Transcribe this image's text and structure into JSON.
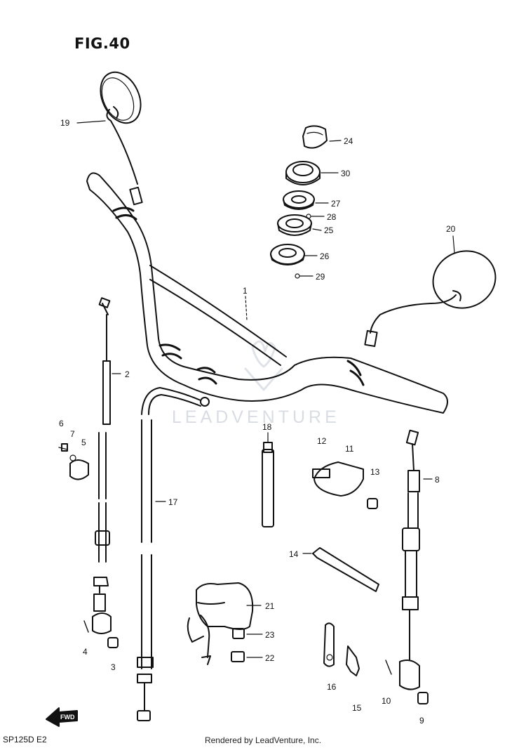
{
  "figure": {
    "title": "FIG.40"
  },
  "watermark": {
    "text": "LEADVENTURE"
  },
  "footer": {
    "text": "Rendered by LeadVenture, Inc."
  },
  "model_code": "SP125D E2",
  "forward_marker": "FWD",
  "parts": {
    "p1": "1",
    "p2": "2",
    "p3": "3",
    "p4": "4",
    "p5": "5",
    "p6": "6",
    "p7": "7",
    "p8": "8",
    "p9": "9",
    "p10": "10",
    "p11": "11",
    "p12": "12",
    "p13": "13",
    "p14": "14",
    "p15": "15",
    "p16": "16",
    "p17": "17",
    "p18": "18",
    "p19": "19",
    "p20": "20",
    "p21": "21",
    "p22": "22",
    "p23": "23",
    "p24": "24",
    "p25": "25",
    "p26": "26",
    "p27": "27",
    "p28": "28",
    "p29": "29",
    "p30": "30"
  }
}
